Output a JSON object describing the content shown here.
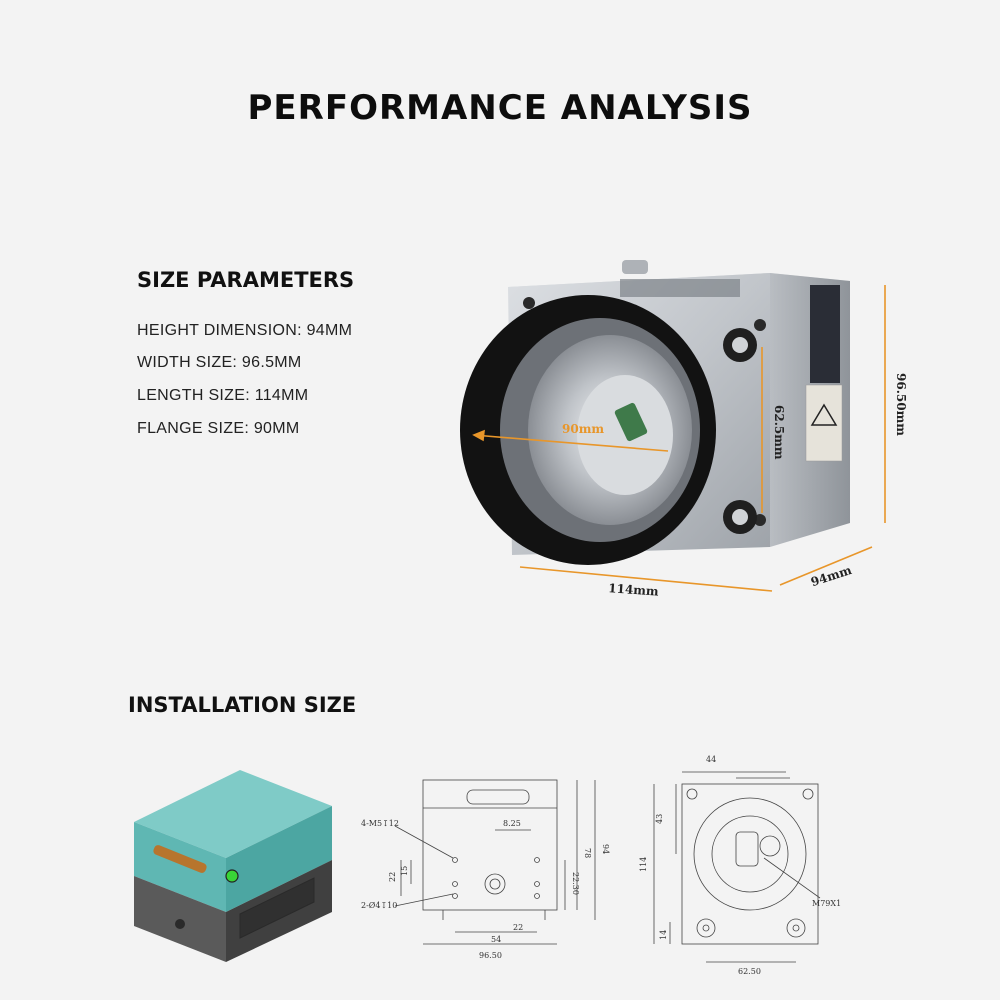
{
  "title": "PERFORMANCE ANALYSIS",
  "size_params": {
    "heading": "SIZE PARAMETERS",
    "items": [
      "HEIGHT DIMENSION: 94MM",
      "WIDTH SIZE: 96.5MM",
      "LENGTH SIZE: 114MM",
      "FLANGE SIZE: 90MM"
    ]
  },
  "product_photo": {
    "dims": {
      "flange": "90mm",
      "hole_spacing": "62.5mm",
      "height": "96.50mm",
      "length": "114mm",
      "depth": "94mm"
    }
  },
  "installation": {
    "heading": "INSTALLATION SIZE",
    "front_drawing": {
      "labels": {
        "m5": "4-M5↧12",
        "phi4": "2-Ø4↧10",
        "d825": "8.25",
        "d22v": "22",
        "d15": "15",
        "d78": "78",
        "d94": "94",
        "d2230": "22.30",
        "d22h": "22",
        "d54": "54",
        "d9650": "96.50"
      }
    },
    "side_drawing": {
      "labels": {
        "d44": "44",
        "d43": "43",
        "d114": "114",
        "d14": "14",
        "d6250": "62.50",
        "m79": "M79X1"
      }
    }
  },
  "colors": {
    "accent_dim": "#e8962a",
    "teal": "#5fb7b3",
    "dark_body": "#4a4a4a",
    "silver": "#c9ccd0"
  }
}
